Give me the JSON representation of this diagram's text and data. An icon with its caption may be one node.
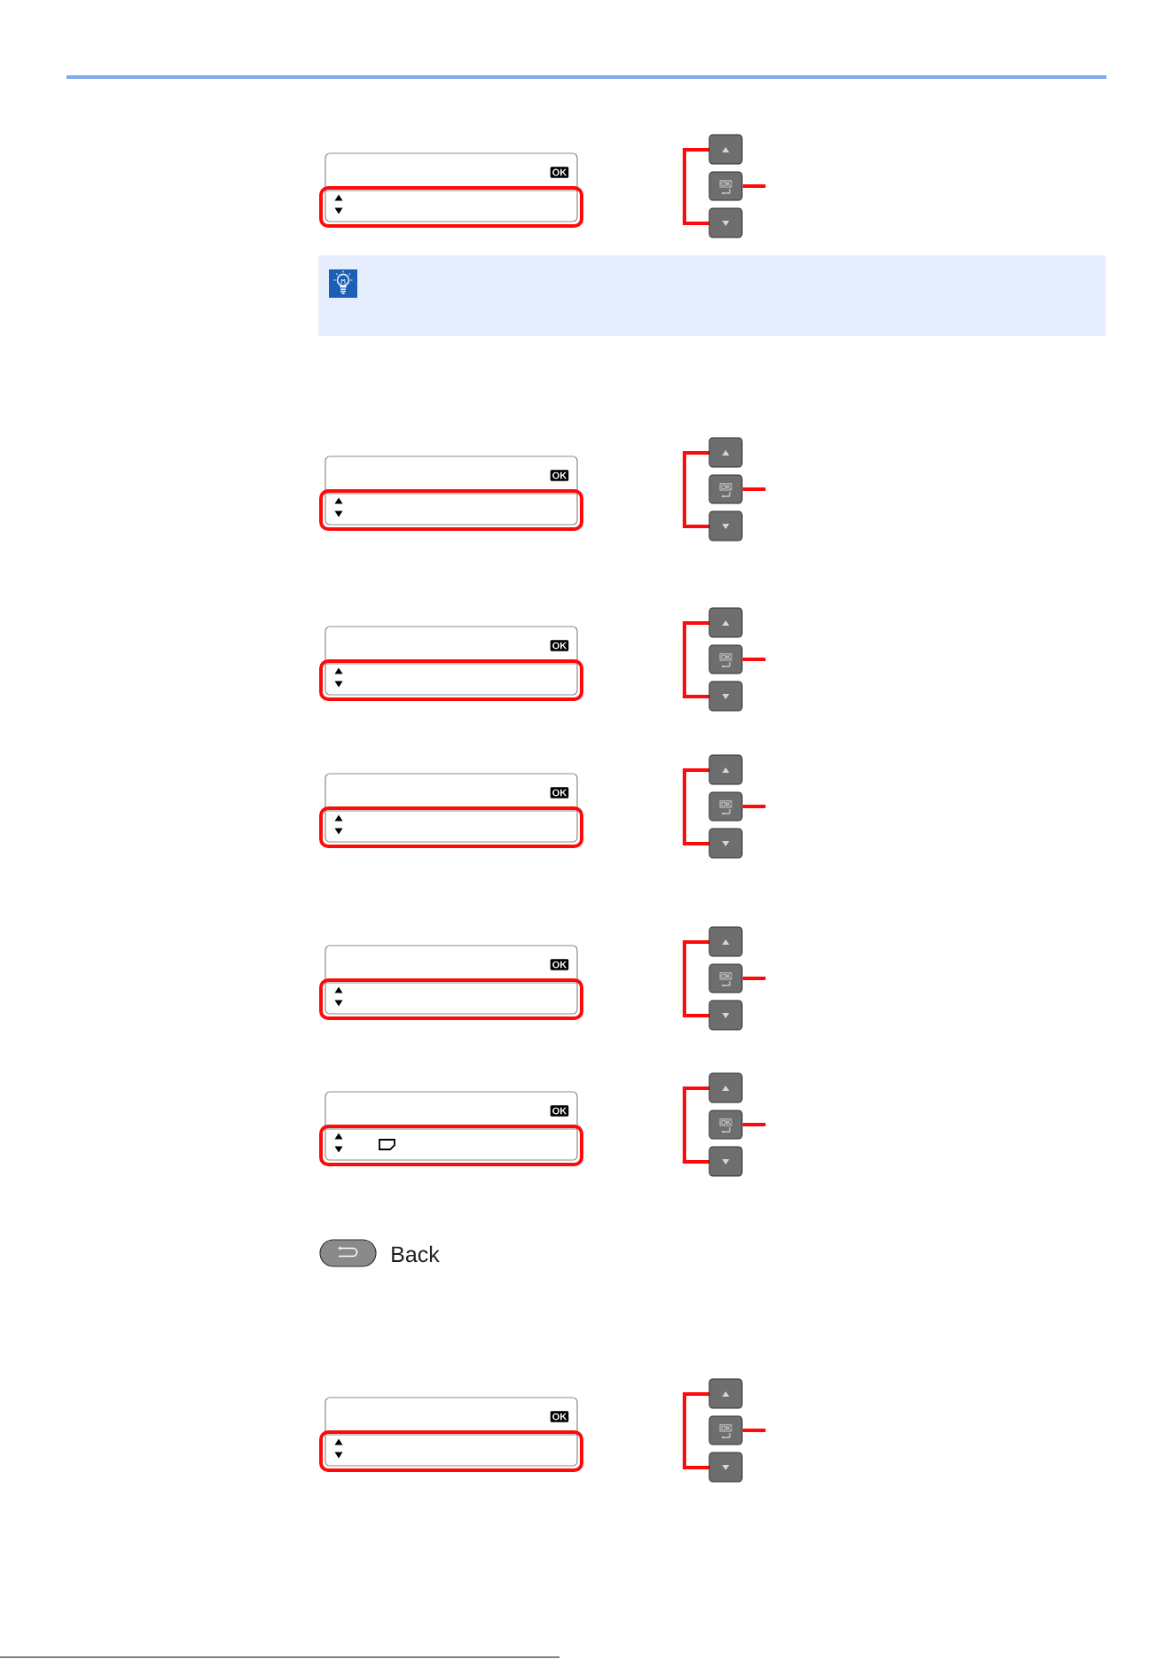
{
  "diagram": {
    "nodes": [
      {
        "text": [
          "OK"
        ]
      },
      {
        "text": [
          "OK"
        ]
      },
      {
        "text": [
          "OK"
        ]
      },
      {
        "text": [
          "OK"
        ]
      },
      {
        "text": [
          "OK"
        ]
      },
      {
        "text": [
          "OK"
        ]
      },
      {
        "text": [
          "OK"
        ]
      }
    ],
    "edges": [
      {
        "from": null,
        "to": 0,
        "arrow": "none"
      },
      {
        "from": null,
        "to": 1,
        "arrow": "none"
      },
      {
        "from": null,
        "to": 2,
        "arrow": "none"
      },
      {
        "from": null,
        "to": 3,
        "arrow": "none"
      },
      {
        "from": null,
        "to": 4,
        "arrow": "none"
      },
      {
        "from": null,
        "to": 5,
        "arrow": "none"
      },
      {
        "from": null,
        "to": 6,
        "arrow": "none"
      }
    ],
    "labels": [
      "OK",
      "OK",
      "OK",
      "OK",
      "OK",
      "OK",
      "Back",
      "OK"
    ]
  }
}
